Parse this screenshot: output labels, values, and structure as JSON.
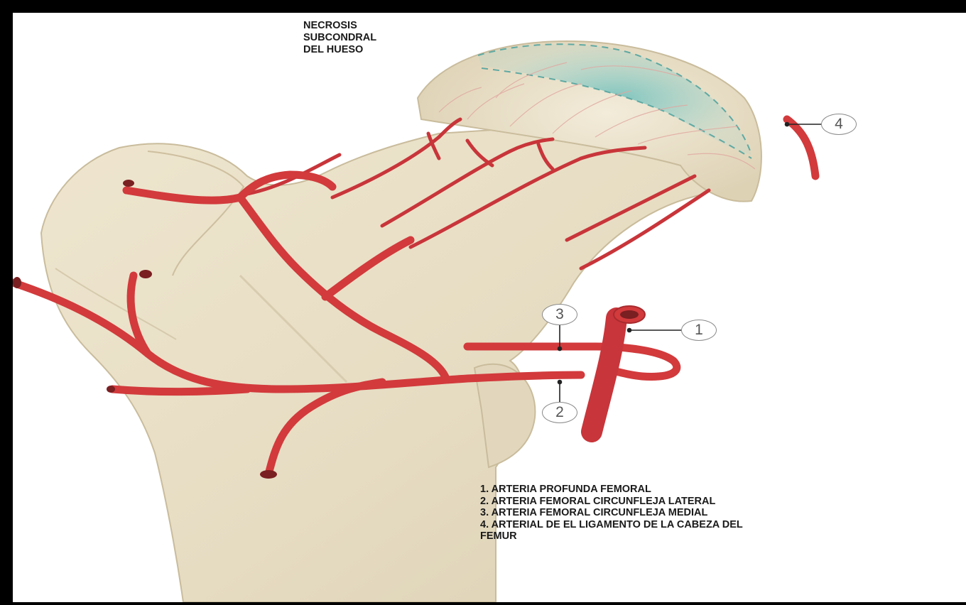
{
  "title": {
    "lines": [
      "NECROSIS",
      "SUBCONDRAL",
      "DEL HUESO"
    ]
  },
  "callouts": {
    "c1": "1",
    "c2": "2",
    "c3": "3",
    "c4": "4"
  },
  "legend": {
    "items": [
      "1. ARTERIA PROFUNDA FEMORAL",
      "2. ARTERIA FEMORAL CIRCUNFLEJA LATERAL",
      "3. ARTERIA FEMORAL CIRCUNFLEJA MEDIAL",
      "4. ARTERIAL DE EL LIGAMENTO DE LA CABEZA DEL",
      "FEMUR"
    ]
  },
  "colors": {
    "frame": "#000000",
    "background": "#ffffff",
    "bone": "#ece3cc",
    "artery": "#d23a3c",
    "necrosis": "#7fc6c0",
    "text": "#1a1a1a"
  }
}
